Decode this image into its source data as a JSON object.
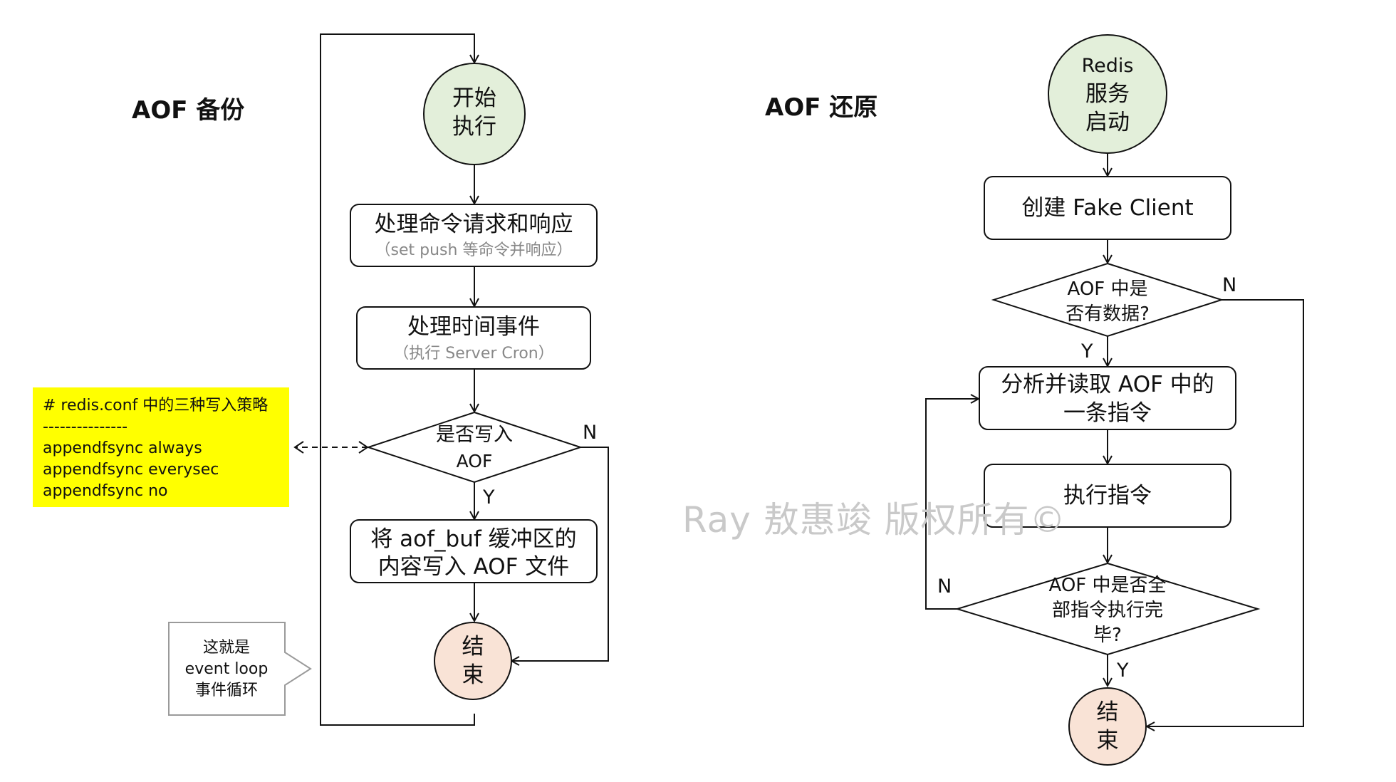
{
  "left": {
    "title": "AOF 备份",
    "start": [
      "开始",
      "执行"
    ],
    "step1": {
      "main": "处理命令请求和响应",
      "sub": "（set push 等命令并响应）"
    },
    "step2": {
      "main": "处理时间事件",
      "sub": "（执行 Server Cron）"
    },
    "decision": [
      "是否写入",
      "AOF"
    ],
    "yes_label": "Y",
    "no_label": "N",
    "step3": [
      "将 aof_buf 缓冲区的",
      "内容写入 AOF 文件"
    ],
    "end": [
      "结",
      "束"
    ],
    "note": {
      "lines": [
        "# redis.conf 中的三种写入策略",
        "---------------",
        "appendfsync always",
        "appendfsync everysec",
        "appendfsync no"
      ],
      "bg_color": "#ffff00"
    },
    "callout": [
      "这就是",
      "event loop",
      "事件循环"
    ]
  },
  "right": {
    "title": "AOF 还原",
    "start": [
      "Redis",
      "服务",
      "启动"
    ],
    "step1": "创建 Fake Client",
    "decision1": [
      "AOF 中是",
      "否有数据?"
    ],
    "step2": [
      "分析并读取 AOF 中的",
      "一条指令"
    ],
    "step3": "执行指令",
    "decision2": [
      "AOF 中是否全",
      "部指令执行完",
      "毕?"
    ],
    "end": [
      "结",
      "束"
    ],
    "labels": {
      "d1_yes": "Y",
      "d1_no": "N",
      "d2_yes": "Y",
      "d2_no": "N"
    }
  },
  "watermark": "Ray 敖惠竣 版权所有©",
  "colors": {
    "start_fill": "#e3efda",
    "end_fill": "#f9e3d6",
    "note_fill": "#ffff00"
  }
}
